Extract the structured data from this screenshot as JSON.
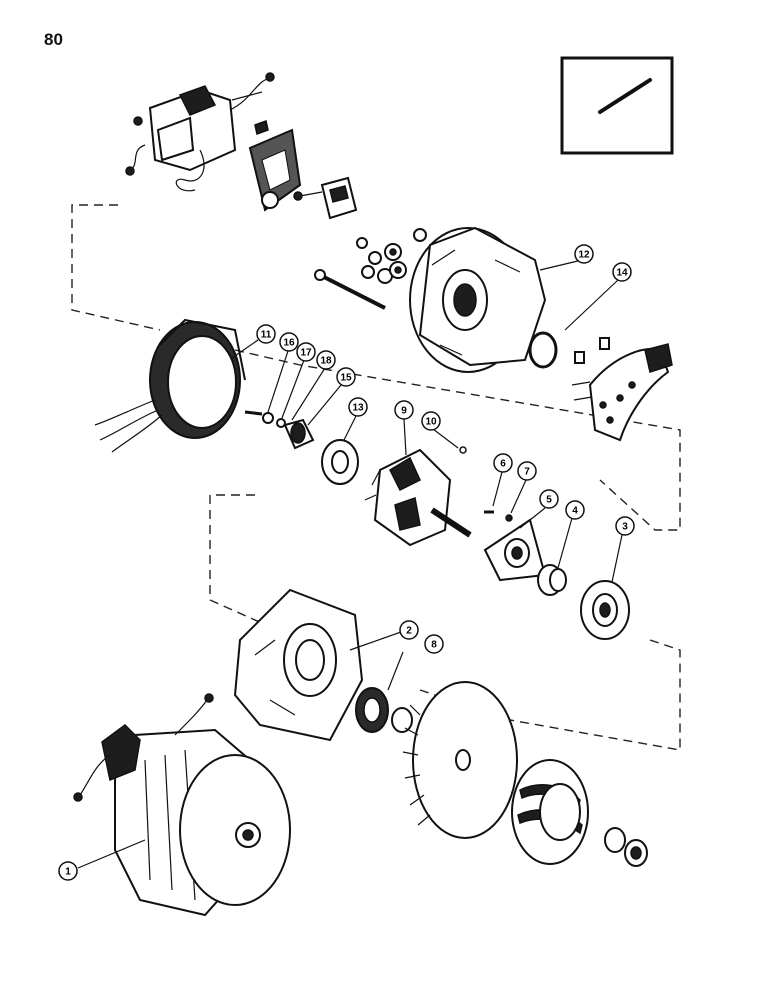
{
  "page": {
    "number": "80"
  },
  "callouts": [
    {
      "id": "c1",
      "label": "1"
    },
    {
      "id": "c2",
      "label": "2"
    },
    {
      "id": "c3",
      "label": "3"
    },
    {
      "id": "c4",
      "label": "4"
    },
    {
      "id": "c5",
      "label": "5"
    },
    {
      "id": "c6",
      "label": "6"
    },
    {
      "id": "c7",
      "label": "7"
    },
    {
      "id": "c8",
      "label": "8"
    },
    {
      "id": "c9",
      "label": "9"
    },
    {
      "id": "c10",
      "label": "10"
    },
    {
      "id": "c11",
      "label": "11"
    },
    {
      "id": "c12",
      "label": "12"
    },
    {
      "id": "c13",
      "label": "13"
    },
    {
      "id": "c14",
      "label": "14"
    },
    {
      "id": "c15",
      "label": "15"
    },
    {
      "id": "c16",
      "label": "16"
    },
    {
      "id": "c17",
      "label": "17"
    },
    {
      "id": "c18",
      "label": "18"
    }
  ],
  "colors": {
    "ink": "#111111",
    "paper": "#ffffff"
  }
}
